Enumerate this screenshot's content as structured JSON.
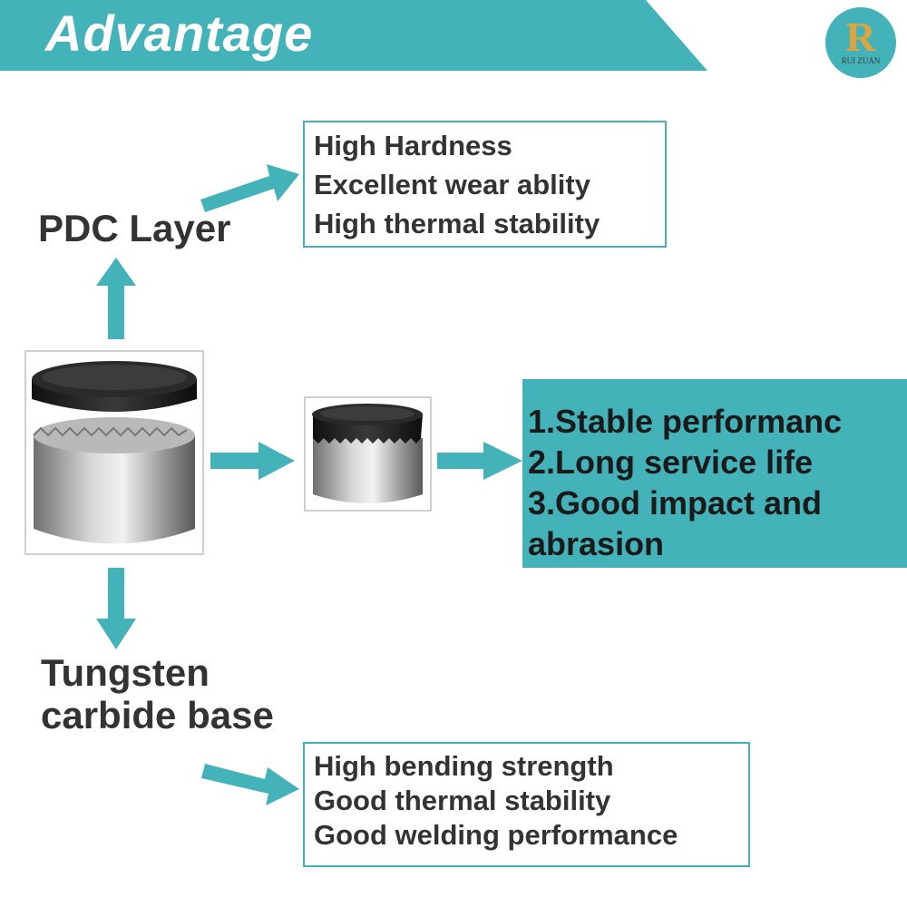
{
  "colors": {
    "accent": "#43b3b9",
    "text": "#333333"
  },
  "header": {
    "title": "Advantage"
  },
  "logo": {
    "letter": "R",
    "text": "RUI ZUAN"
  },
  "pdc_layer": {
    "label": "PDC Layer",
    "features": [
      "High Hardness",
      "Excellent wear ablity",
      "High thermal stability"
    ]
  },
  "tungsten_base": {
    "label_line1": "Tungsten",
    "label_line2": "carbide base",
    "features": [
      "High bending strength",
      "Good thermal stability",
      "Good welding performance"
    ]
  },
  "result": {
    "lines": [
      "1.Stable performanc",
      "2.Long service life",
      "3.Good impact and",
      "abrasion"
    ]
  },
  "images": {
    "exploded": "pdc-cutter-exploded",
    "assembled": "pdc-cutter-assembled"
  }
}
